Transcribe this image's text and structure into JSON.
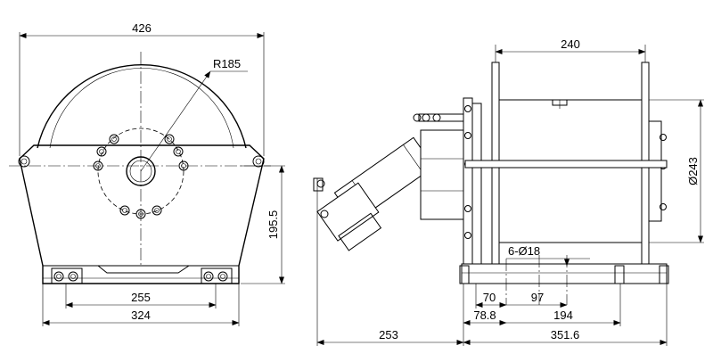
{
  "drawing": {
    "front_view": {
      "overall_width": "426",
      "drum_radius": "R185",
      "base_height": "195.5",
      "foot_bolt_spacing": "255",
      "foot_width": "324"
    },
    "side_view": {
      "drum_length": "240",
      "drum_diameter": "Ø243",
      "mount_holes": "6-Ø18",
      "hole_pitch_1": "70",
      "hole_pitch_2": "97",
      "foot_offset_1": "78.8",
      "foot_offset_2": "194",
      "motor_overhang": "253",
      "overall_length": "351.6"
    }
  }
}
